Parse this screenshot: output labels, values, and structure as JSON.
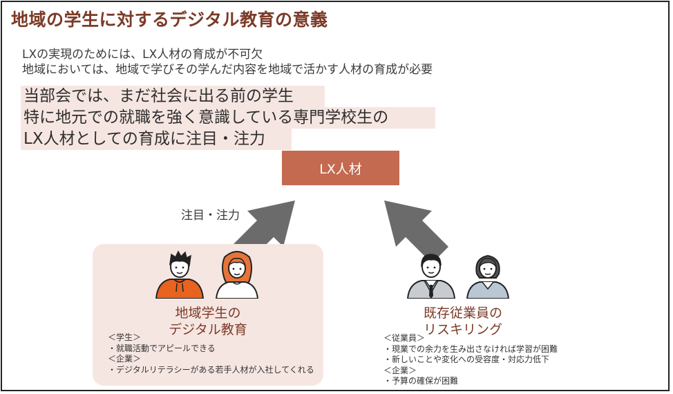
{
  "title": "地域の学生に対するデジタル教育の意義",
  "intro": [
    "LXの実現のためには、LX人材の育成が不可欠",
    "地域においては、地域で学びその学んだ内容を地域で活かす人材の育成が必要"
  ],
  "highlight": [
    "当部会では、まだ社会に出る前の学生",
    "特に地元での就職を強く意識している専門学校生の",
    "LX人材としての育成に注目・注力"
  ],
  "lx_box": "LX人材",
  "focus_label": "注目・注力",
  "left_group": {
    "title_line1": "地域学生の",
    "title_line2": "デジタル教育",
    "details": [
      "＜学生＞",
      "・就職活動でアピールできる",
      "＜企業＞",
      "・デジタルリテラシーがある若手人材が入社してくれる"
    ]
  },
  "right_group": {
    "title_line1": "既存従業員の",
    "title_line2": "リスキリング",
    "details": [
      "＜従業員＞",
      "・現業での余力を生み出さなければ学習が困難",
      "・新しいことや変化への受容度・対応力低下",
      "＜企業＞",
      "・予算の確保が困難"
    ]
  },
  "colors": {
    "title": "#7b3a27",
    "highlight_bg": "#f6e6e2",
    "lx_box": "#c36a50",
    "arrow": "#6b6b6b",
    "student_male_shirt": "#e8631f",
    "student_female_hair": "#e6743a",
    "employee_suit": "#c8ccd0",
    "employee_female_top": "#b9c7d4"
  }
}
